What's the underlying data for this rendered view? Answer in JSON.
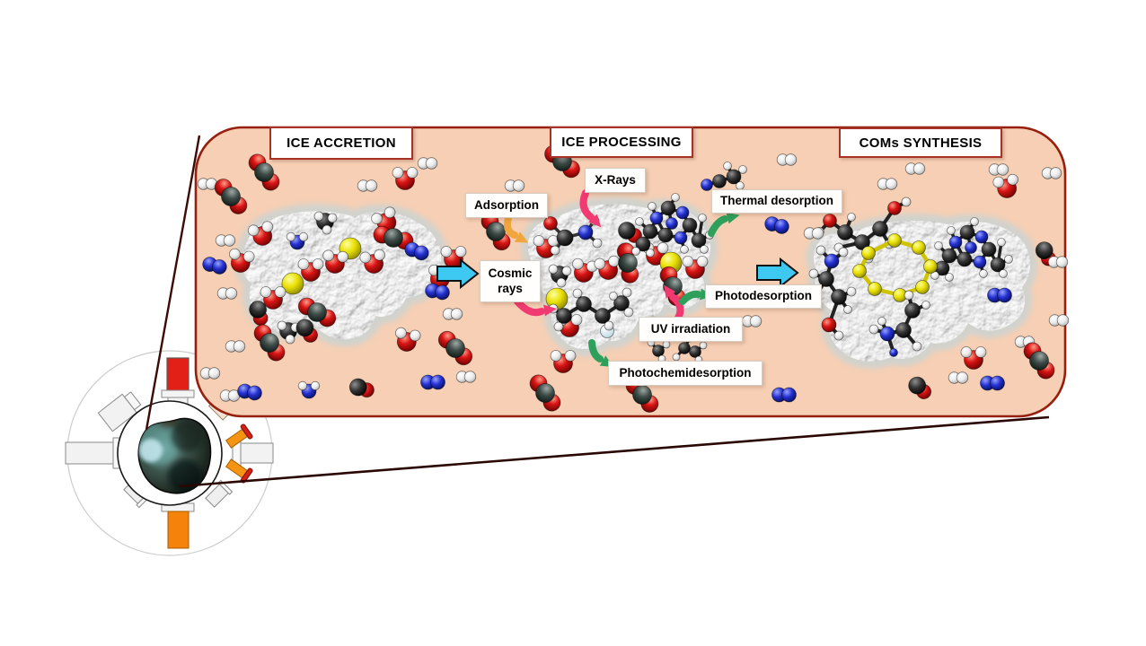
{
  "figure": {
    "kind": "astrochemistry-process-diagram",
    "sections": {
      "accretion": "ICE ACCRETION",
      "processing": "ICE PROCESSING",
      "synthesis": "COMs SYNTHESIS"
    },
    "labels": {
      "adsorption": "Adsorption",
      "xrays": "X-Rays",
      "cosmic": "Cosmic rays",
      "thermal": "Thermal desorption",
      "photodesorption": "Photodesorption",
      "uv": "UV irradiation",
      "photochemi": "Photochemidesorption"
    },
    "icons": {
      "panel": "magnified-grain-surface-panel",
      "chamber": "vacuum-chamber-schematic-icon",
      "grain_image": "interstellar-dust-grain-icon",
      "molecule_types": [
        "H2O",
        "CO2",
        "N2",
        "H2",
        "CO",
        "S",
        "CH4",
        "NH",
        "COM-ball-stick"
      ]
    },
    "colors": {
      "panel_fill": "#f6cfb4",
      "panel_border": "#961f0e",
      "cyan_arrow": "#3ec9f2",
      "pink_arrow": "#f23a72",
      "green_arrow": "#2fa05c",
      "orange_arrow": "#f0a63c",
      "oxygen_red": "#d41414",
      "carbon_black": "#2e2e2e",
      "nitrogen_blue": "#2130cf",
      "sulfur_yellow": "#e8df00",
      "hydrogen_white": "#f2f2f2",
      "grain_grey": "#c7c7c7",
      "port_red": "#e32017",
      "port_orange": "#f5820b"
    }
  }
}
